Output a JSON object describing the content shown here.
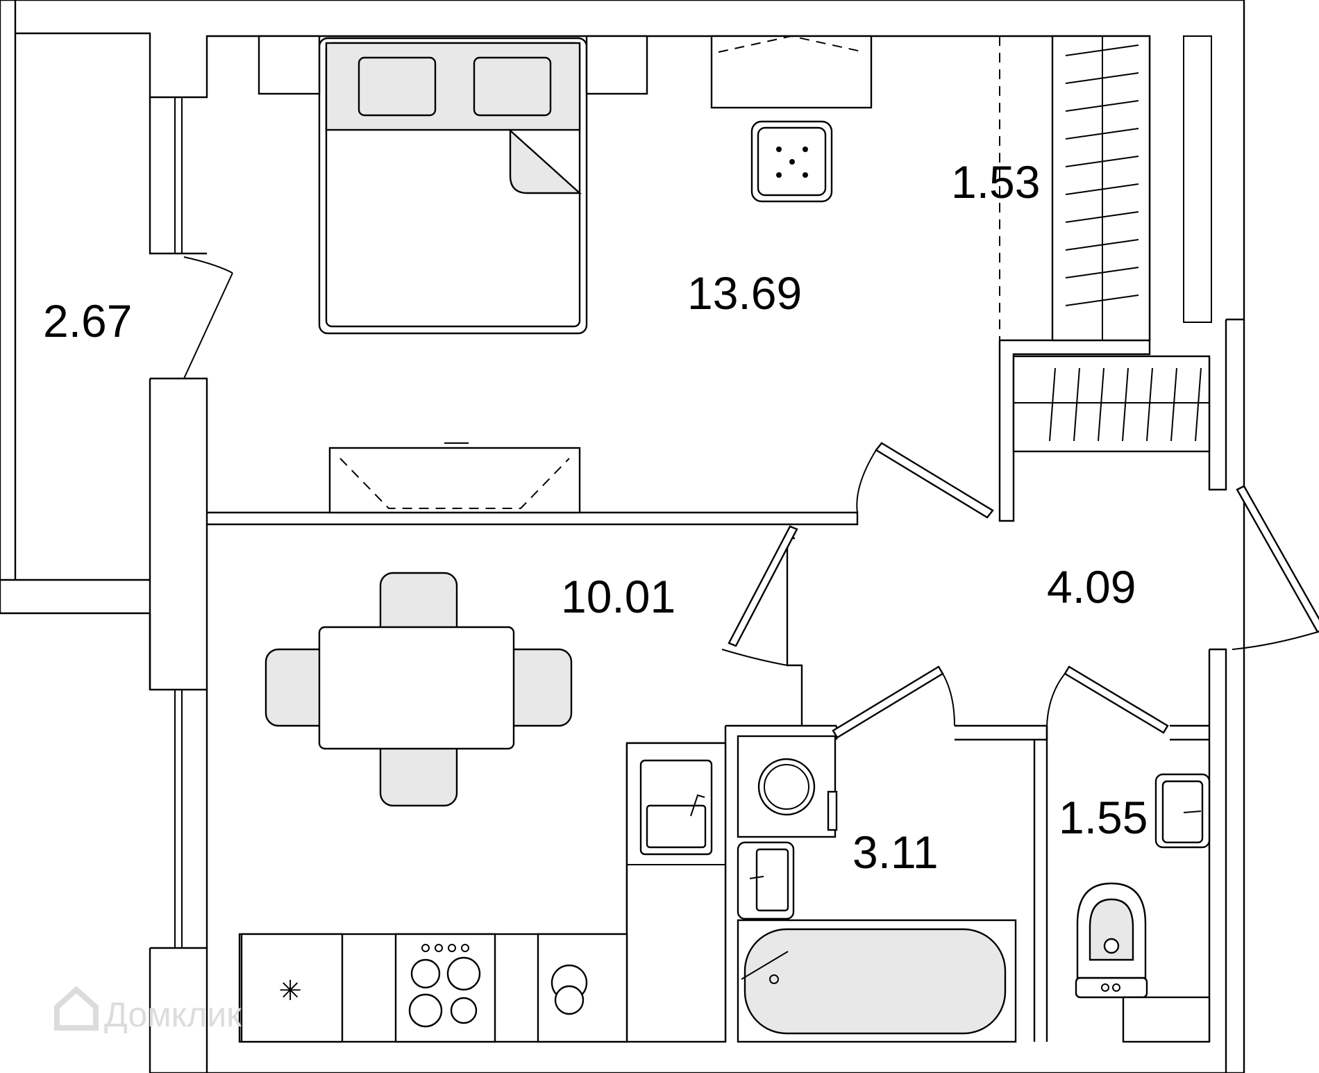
{
  "rooms": {
    "loggia": {
      "area": "2.67"
    },
    "bedroom": {
      "area": "13.69"
    },
    "wardrobe": {
      "area": "1.53"
    },
    "kitchen": {
      "area": "10.01"
    },
    "hallway": {
      "area": "4.09"
    },
    "bathroom": {
      "area": "3.11"
    },
    "toilet": {
      "area": "1.55"
    }
  },
  "watermark": {
    "text": "Домклик"
  },
  "icons": [
    "bed-icon",
    "pillow-icon",
    "nightstand-icon",
    "desk-icon",
    "pouf-icon",
    "wardrobe-icon",
    "tv-stand-icon",
    "dining-table-icon",
    "chair-icon",
    "sink-icon",
    "stove-icon",
    "fridge-icon",
    "washing-machine-icon",
    "bathtub-icon",
    "toilet-icon",
    "door-icon",
    "window-icon",
    "house-logo-icon"
  ]
}
